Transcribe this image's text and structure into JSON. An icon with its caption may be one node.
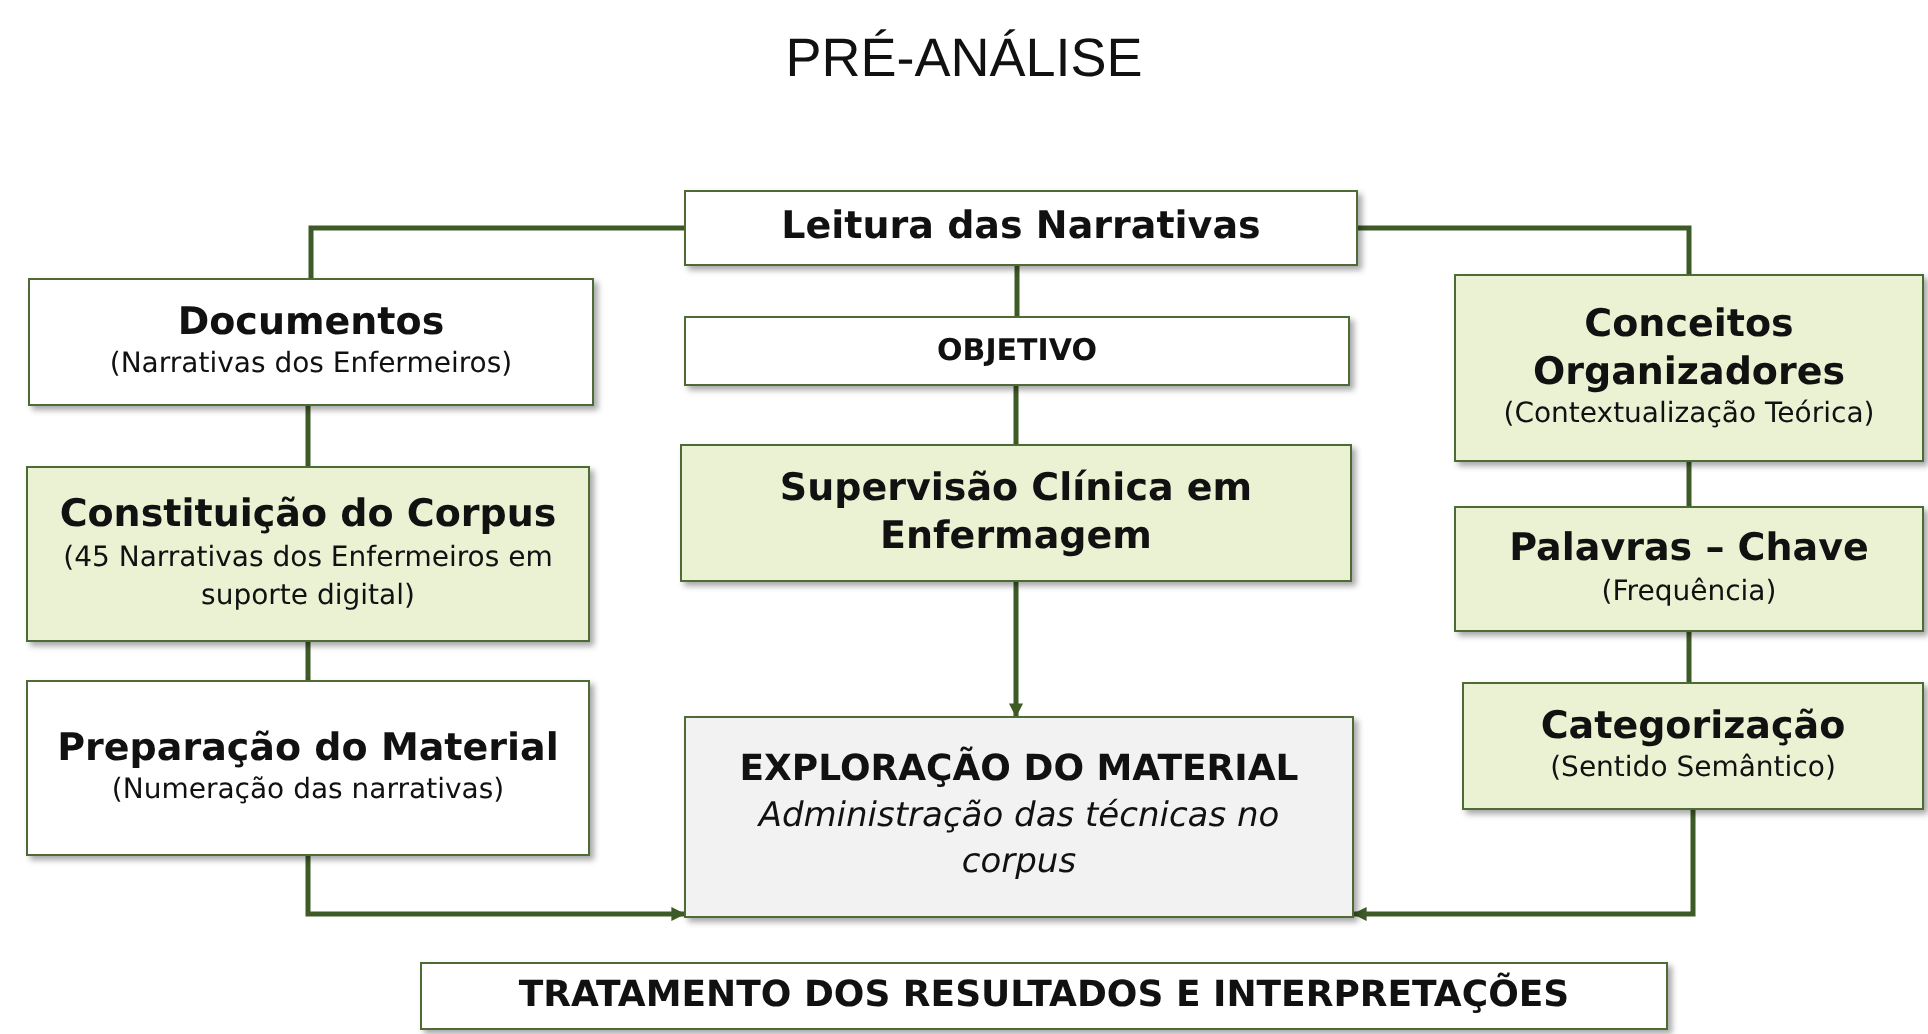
{
  "diagram": {
    "title": "PRÉ-ANÁLISE",
    "nodes": [
      {
        "text": [
          "Leitura das Narrativas"
        ]
      },
      {
        "text": [
          "Documentos",
          "(Narrativas dos Enfermeiros)"
        ]
      },
      {
        "text": [
          "Constituição do Corpus",
          "(45 Narrativas dos Enfermeiros em suporte digital)"
        ]
      },
      {
        "text": [
          "Preparação do Material",
          "(Numeração das narrativas)"
        ]
      },
      {
        "text": [
          "OBJETIVO"
        ]
      },
      {
        "text": [
          "Supervisão Clínica em Enfermagem"
        ]
      },
      {
        "text": [
          "EXPLORAÇÃO DO MATERIAL",
          "Administração das técnicas no corpus"
        ]
      },
      {
        "text": [
          "Conceitos Organizadores",
          "(Contextualização Teórica)"
        ]
      },
      {
        "text": [
          "Palavras – Chave",
          "(Frequência)"
        ]
      },
      {
        "text": [
          "Categorização",
          "(Sentido Semântico)"
        ]
      },
      {
        "text": [
          "TRATAMENTO DOS RESULTADOS E INTERPRETAÇÕES"
        ]
      }
    ],
    "edges": [
      {
        "from": 0,
        "to": 1,
        "arrow": "none"
      },
      {
        "from": 0,
        "to": 4,
        "arrow": "none"
      },
      {
        "from": 0,
        "to": 7,
        "arrow": "none"
      },
      {
        "from": 1,
        "to": 2,
        "arrow": "none"
      },
      {
        "from": 2,
        "to": 3,
        "arrow": "none"
      },
      {
        "from": 3,
        "to": 6,
        "arrow": "to"
      },
      {
        "from": 4,
        "to": 5,
        "arrow": "none"
      },
      {
        "from": 5,
        "to": 6,
        "arrow": "to"
      },
      {
        "from": 7,
        "to": 8,
        "arrow": "none"
      },
      {
        "from": 8,
        "to": 9,
        "arrow": "none"
      },
      {
        "from": 9,
        "to": 6,
        "arrow": "to"
      }
    ]
  }
}
